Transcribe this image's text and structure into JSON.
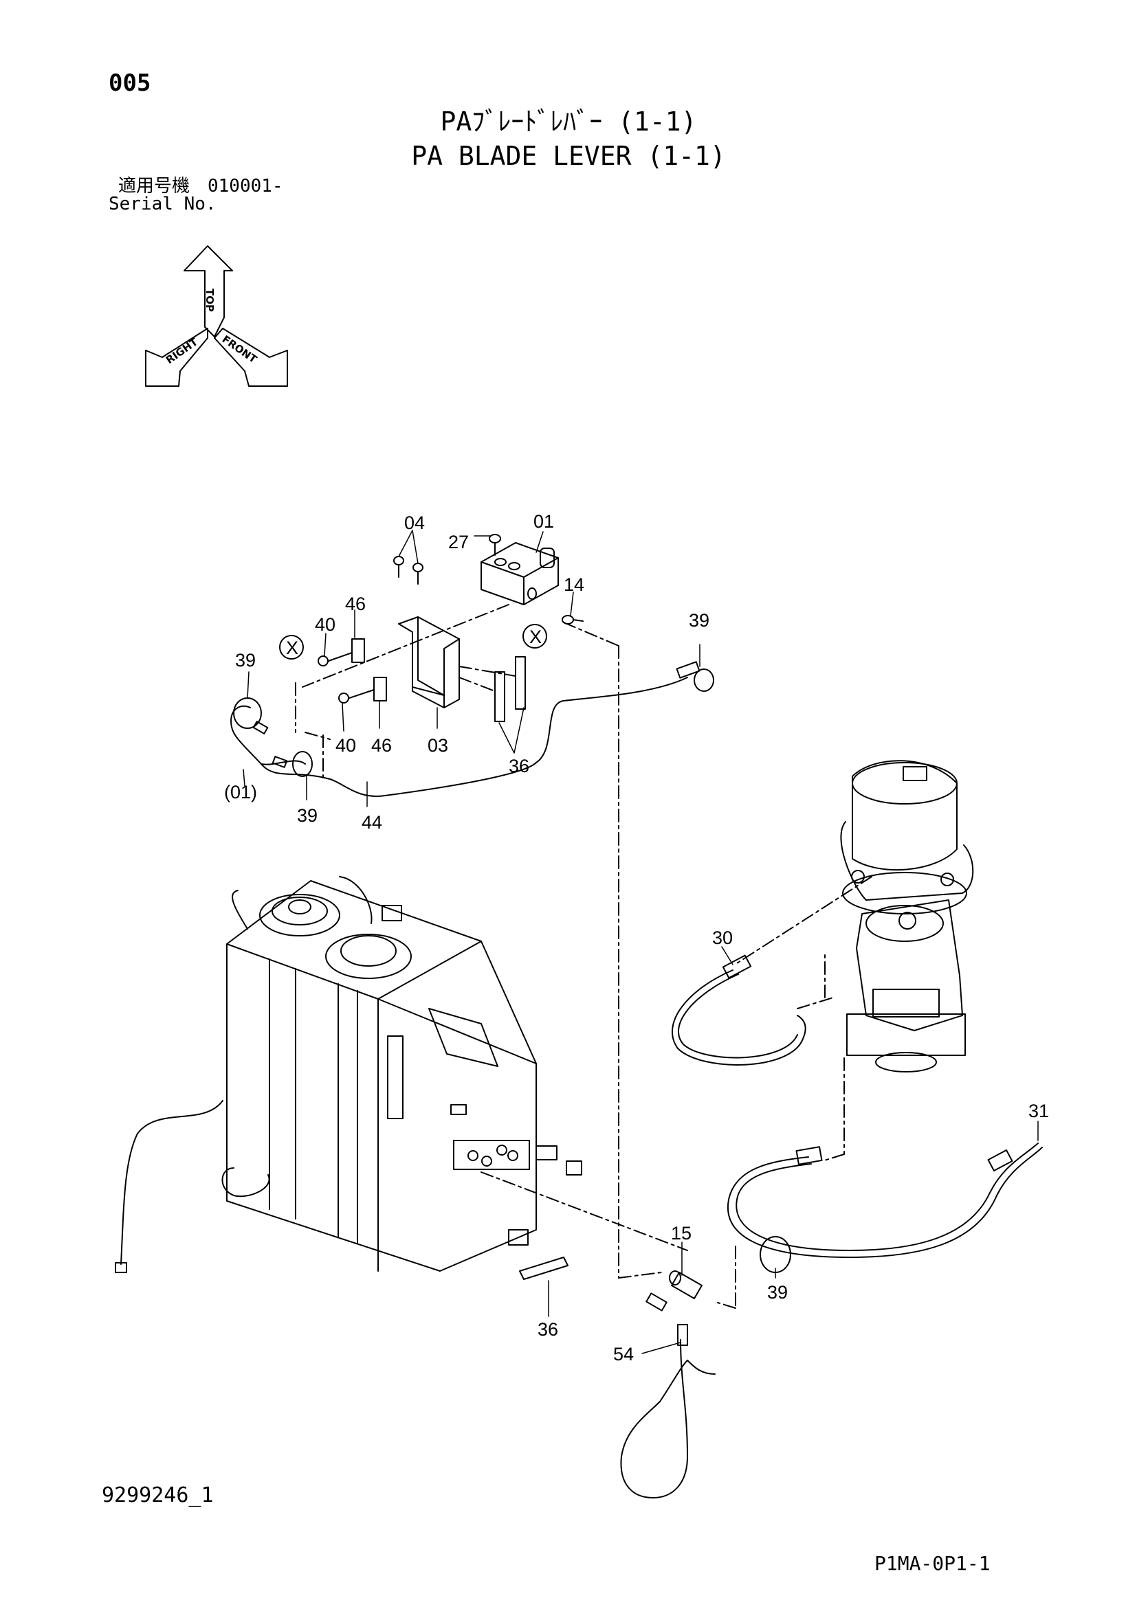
{
  "header": {
    "page_number": "005",
    "title_jp": "PAﾌﾞﾚｰﾄﾞﾚﾊﾞｰ (1-1)",
    "title_en": "PA BLADE LEVER (1-1)",
    "serial_jp": "適用号機　010001-",
    "serial_en": "Serial No."
  },
  "orientation": {
    "top": "TOP",
    "right": "RIGHT",
    "front": "FRONT"
  },
  "callouts": {
    "c04": "04",
    "c01": "01",
    "c27": "27",
    "c14": "14",
    "c46a": "46",
    "c40a": "40",
    "c39a": "39",
    "c39b": "39",
    "cXa": "X",
    "cXb": "X",
    "c40b": "40",
    "c46b": "46",
    "c03": "03",
    "c36a": "36",
    "c01p": "(01)",
    "c39c": "39",
    "c44": "44",
    "c30": "30",
    "c31": "31",
    "c15": "15",
    "c36b": "36",
    "c39d": "39",
    "c54": "54"
  },
  "footer": {
    "doc_number": "9299246_1",
    "page_code": "P1MA-0P1-1"
  }
}
